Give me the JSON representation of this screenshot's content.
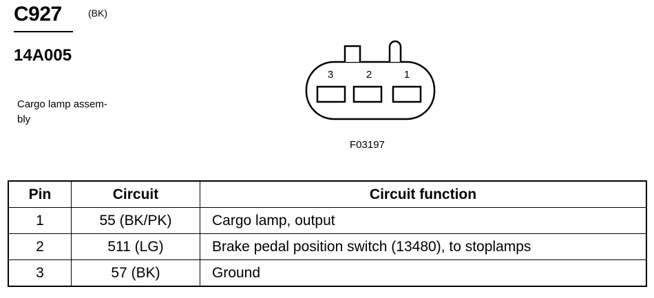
{
  "connector": {
    "id": "C927",
    "color": "(BK)",
    "part_number": "14A005",
    "description": "Cargo lamp assem-\nbly"
  },
  "diagram": {
    "pin_labels": [
      "3",
      "2",
      "1"
    ],
    "figure_ref": "F03197"
  },
  "table": {
    "headers": {
      "pin": "Pin",
      "circuit": "Circuit",
      "function": "Circuit function"
    },
    "rows": [
      {
        "pin": "1",
        "circuit": "55 (BK/PK)",
        "function": "Cargo lamp, output"
      },
      {
        "pin": "2",
        "circuit": "511 (LG)",
        "function": "Brake pedal position switch (13480), to stoplamps"
      },
      {
        "pin": "3",
        "circuit": "57 (BK)",
        "function": "Ground"
      }
    ]
  }
}
